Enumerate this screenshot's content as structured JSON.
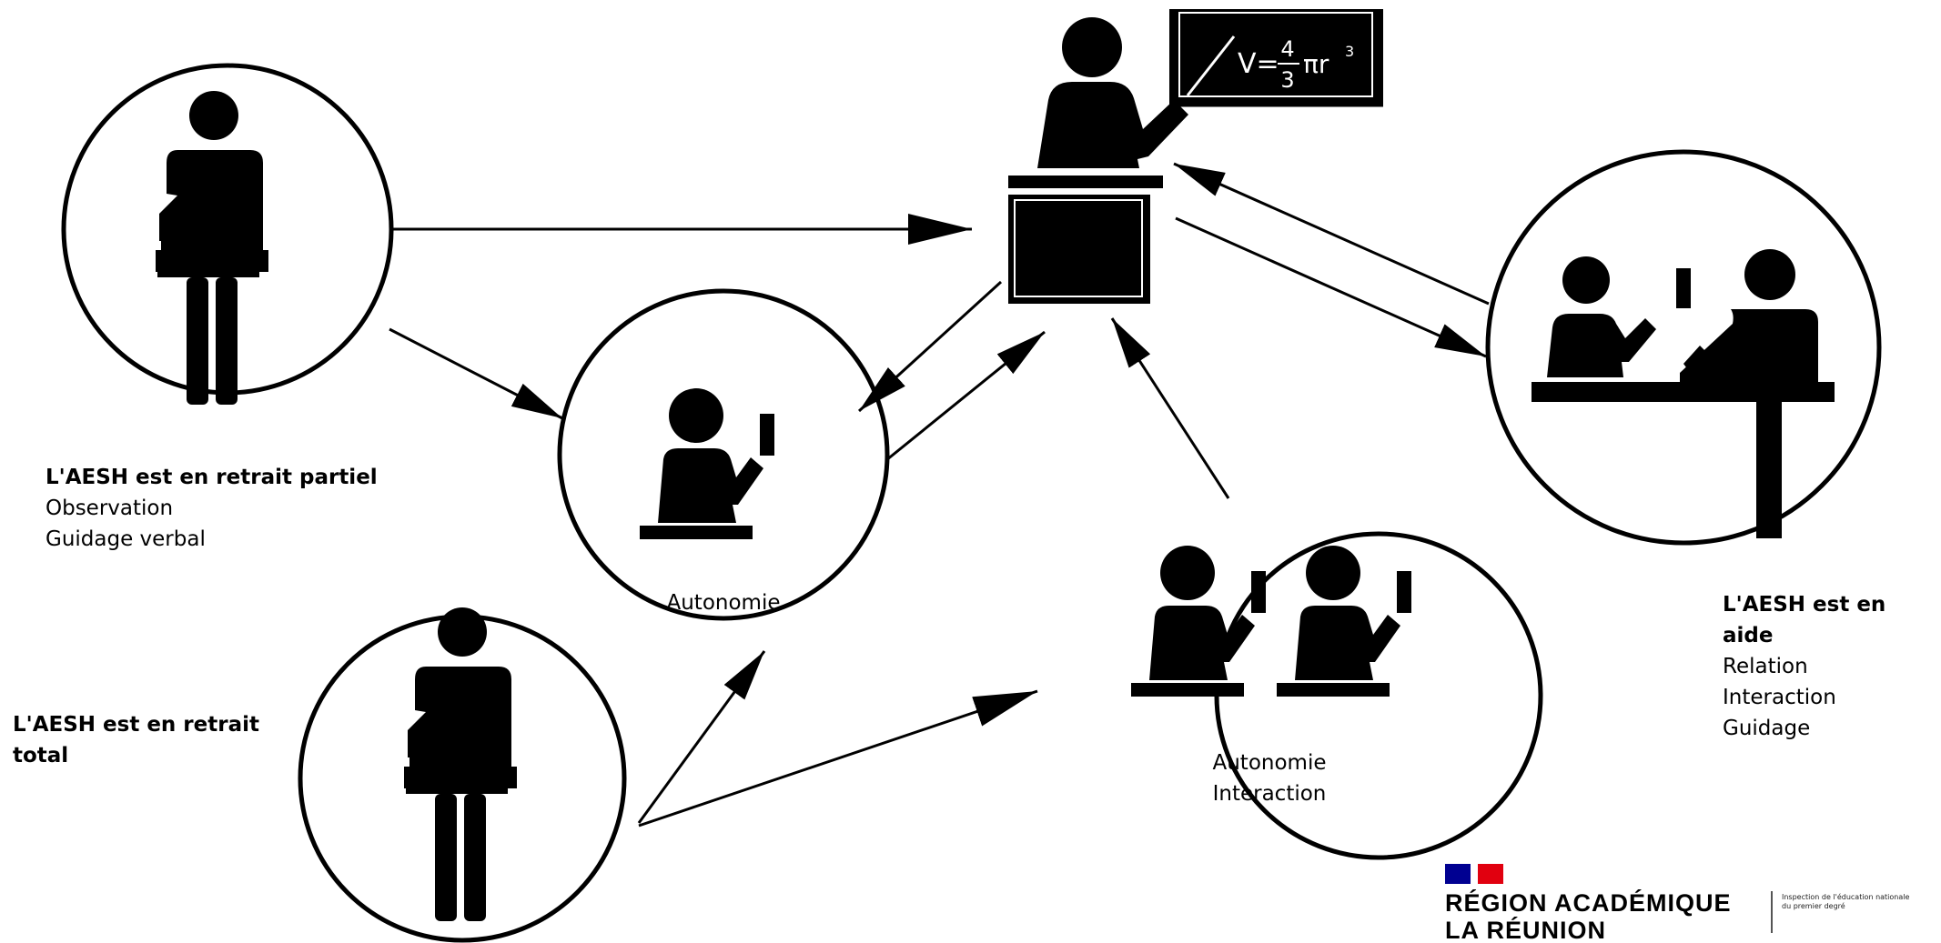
{
  "formula": {
    "lhs": "V=",
    "num": "4",
    "den": "3",
    "rest": "πr",
    "exp": "3"
  },
  "labels": {
    "partial_title": "L'AESH est en retrait partiel",
    "partial_line1": "Observation",
    "partial_line2": "Guidage verbal",
    "total_line1": "L'AESH est en retrait",
    "total_line2": "total",
    "aide_title": "L'AESH est en aide",
    "aide_line1": "Relation",
    "aide_line2": "Interaction",
    "aide_line3": "Guidage"
  },
  "circles": {
    "autonomie": "Autonomie",
    "pair_line1": "Autonomie",
    "pair_line2": "Interaction"
  },
  "logo": {
    "line1": "RÉGION ACADÉMIQUE",
    "line2": "LA RÉUNION",
    "small1": "Inspection de l'éducation nationale",
    "small2": "du premier degré",
    "flag_blue": "#000091",
    "flag_red": "#e1000f"
  }
}
